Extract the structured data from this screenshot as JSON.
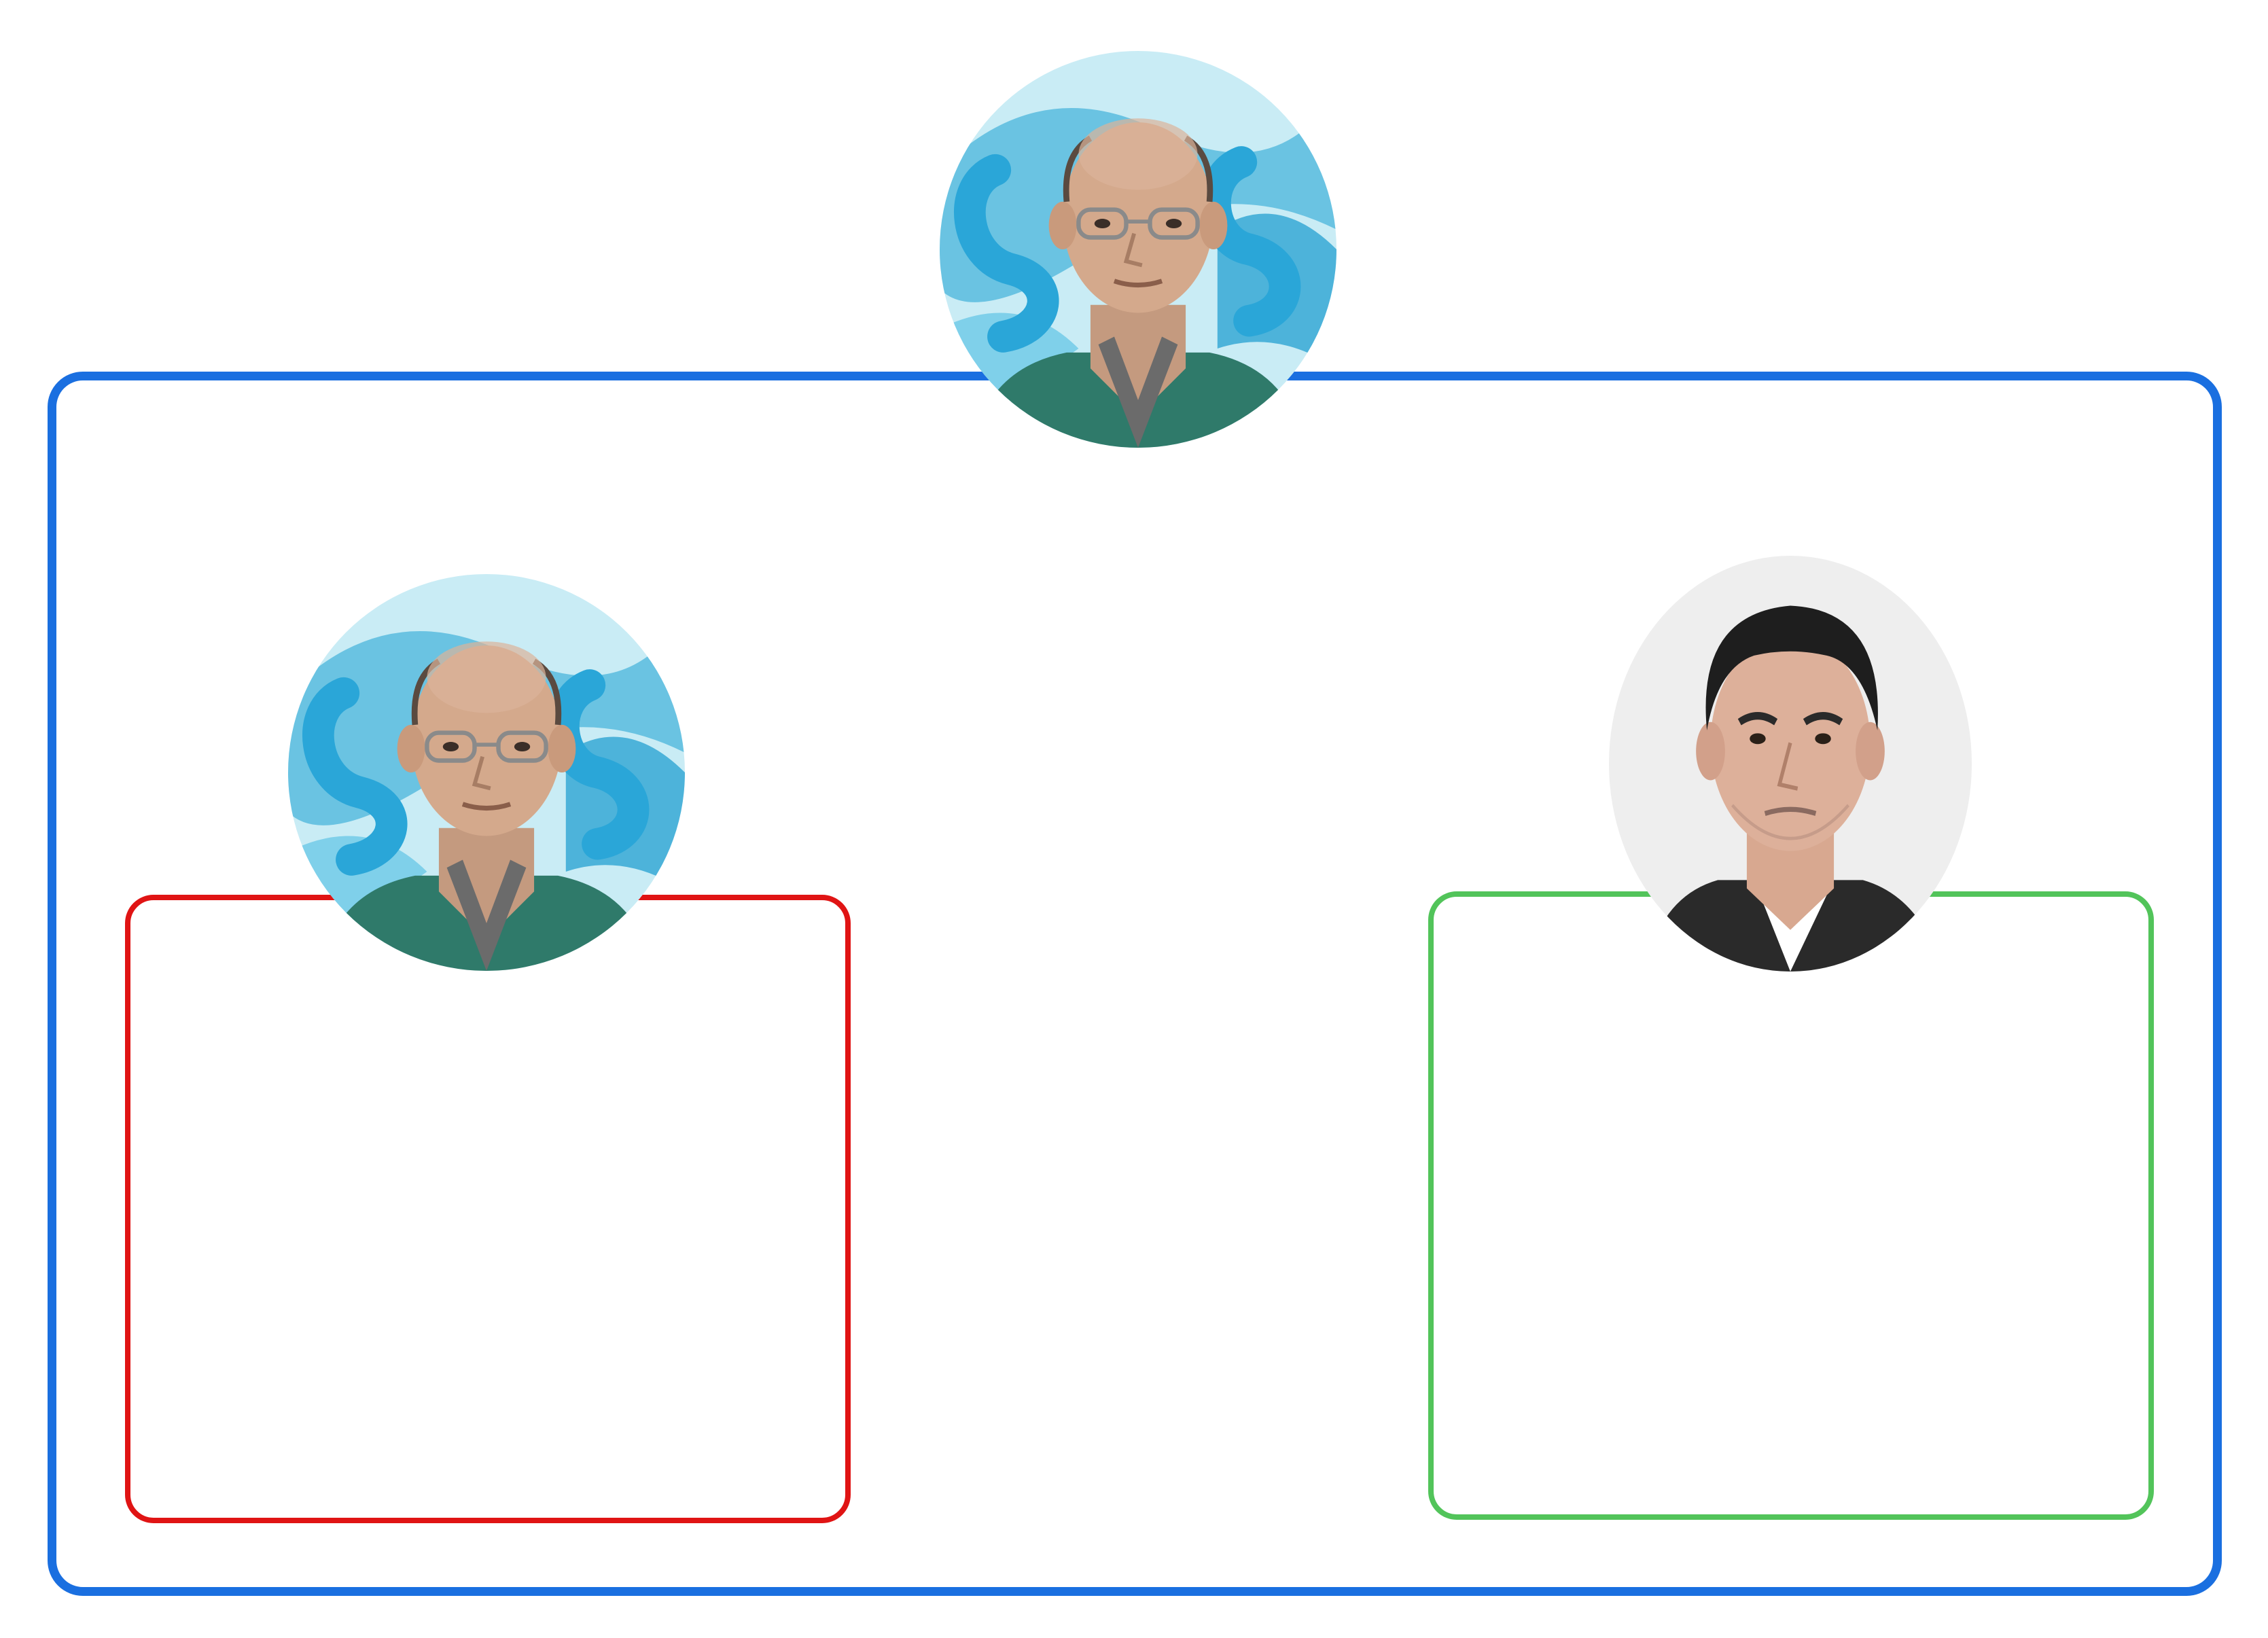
{
  "diagram": {
    "colors": {
      "outer_frame": "#1a6fe0",
      "left_frame": "#e01414",
      "right_frame": "#52c45a",
      "blue_background": "#5fbfe0",
      "sweater": "#2f7a6a",
      "light_background": "#eeeeee",
      "jacket": "#2a2a2a"
    },
    "nodes": [
      {
        "id": "top",
        "icon": "person-photo-bald-glasses-icon"
      },
      {
        "id": "left",
        "icon": "person-photo-bald-glasses-icon"
      },
      {
        "id": "right",
        "icon": "person-photo-dark-hair-icon"
      }
    ]
  }
}
